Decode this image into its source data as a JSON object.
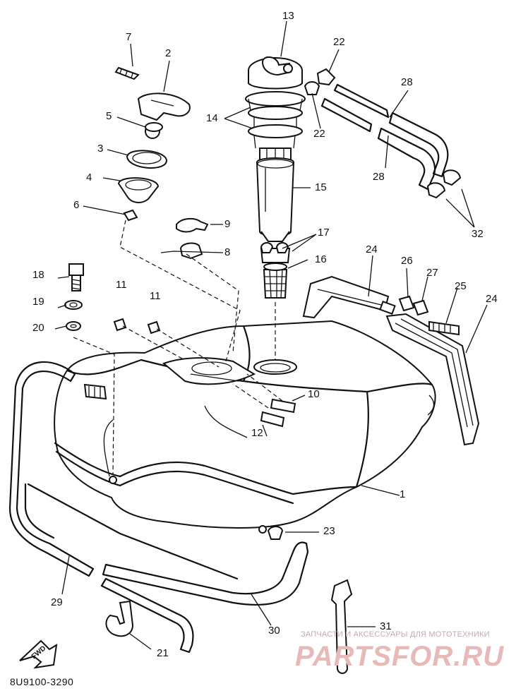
{
  "callouts": {
    "c1": "1",
    "c2": "2",
    "c3": "3",
    "c4": "4",
    "c5": "5",
    "c6": "6",
    "c7": "7",
    "c8": "8",
    "c9": "9",
    "c10": "10",
    "c11a": "11",
    "c11b": "11",
    "c12": "12",
    "c13": "13",
    "c14": "14",
    "c15": "15",
    "c16": "16",
    "c17": "17",
    "c18": "18",
    "c19": "19",
    "c20": "20",
    "c21": "21",
    "c22a": "22",
    "c22b": "22",
    "c23": "23",
    "c24a": "24",
    "c24b": "24",
    "c25": "25",
    "c26": "26",
    "c27": "27",
    "c28a": "28",
    "c28b": "28",
    "c29": "29",
    "c30": "30",
    "c31": "31",
    "c32": "32"
  },
  "fwd_label": "FWD",
  "drawing_code": "8U9100-3290",
  "watermark": {
    "small": "ЗАПЧАСТИ И АКСЕССУАРЫ ДЛЯ МОТОТЕХНИКИ",
    "big": "PARTSFOR.RU"
  }
}
